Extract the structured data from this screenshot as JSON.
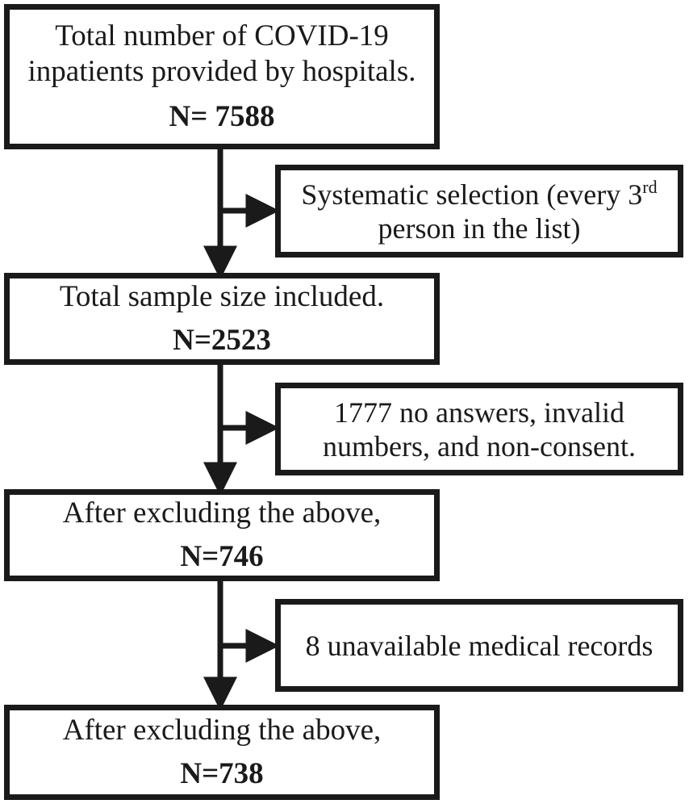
{
  "boxes": {
    "total_inpatients": {
      "label": "Total number of COVID-19 inpatients provided by hospitals.",
      "n": "N= 7588"
    },
    "systematic_selection": {
      "before_sup": "Systematic selection (every 3",
      "sup": "rd",
      "after_sup": "person in the list)"
    },
    "total_sample": {
      "label": "Total sample size included.",
      "n": "N=2523"
    },
    "no_answers": {
      "label": "1777 no answers, invalid numbers, and non-consent."
    },
    "after_excluding_1": {
      "label": "After excluding the above,",
      "n": "N=746"
    },
    "unavailable_records": {
      "label": "8 unavailable medical records"
    },
    "after_excluding_2": {
      "label": "After excluding the above,",
      "n": "N=738"
    }
  },
  "colors": {
    "line": "#1a1a1a",
    "background": "#ffffff"
  }
}
